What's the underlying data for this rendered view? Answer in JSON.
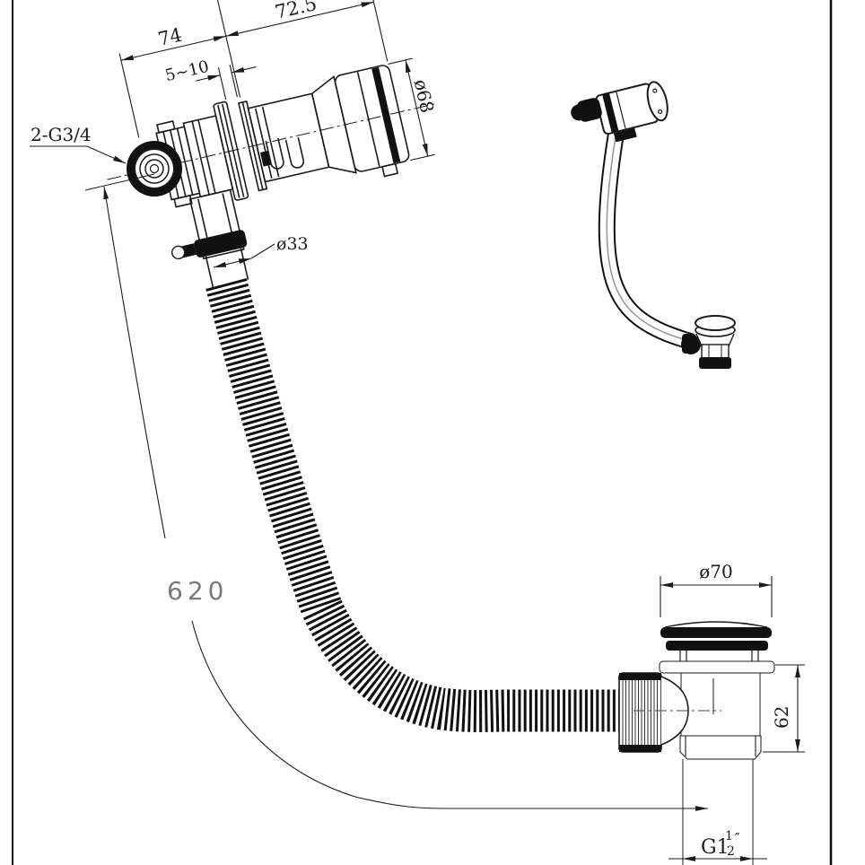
{
  "drawing": {
    "labels": {
      "behind_wall_length": "74",
      "front_length": "72.5",
      "wall_thickness_range": "5∼10",
      "overflow_thread": "2-G3/4",
      "knob_diameter": "ø68",
      "hose_diameter": "ø33",
      "hose_length": "620",
      "waste_cap_diameter": "ø70",
      "waste_body_height": "62",
      "waste_thread_prefix": "G1",
      "waste_thread_numerator": "1",
      "waste_thread_denominator": "2",
      "waste_thread_inch_mark": "″"
    },
    "colors": {
      "line": "#1b1b1b",
      "dim_text_gray": "#7a7a7a",
      "background": "#ffffff"
    }
  }
}
